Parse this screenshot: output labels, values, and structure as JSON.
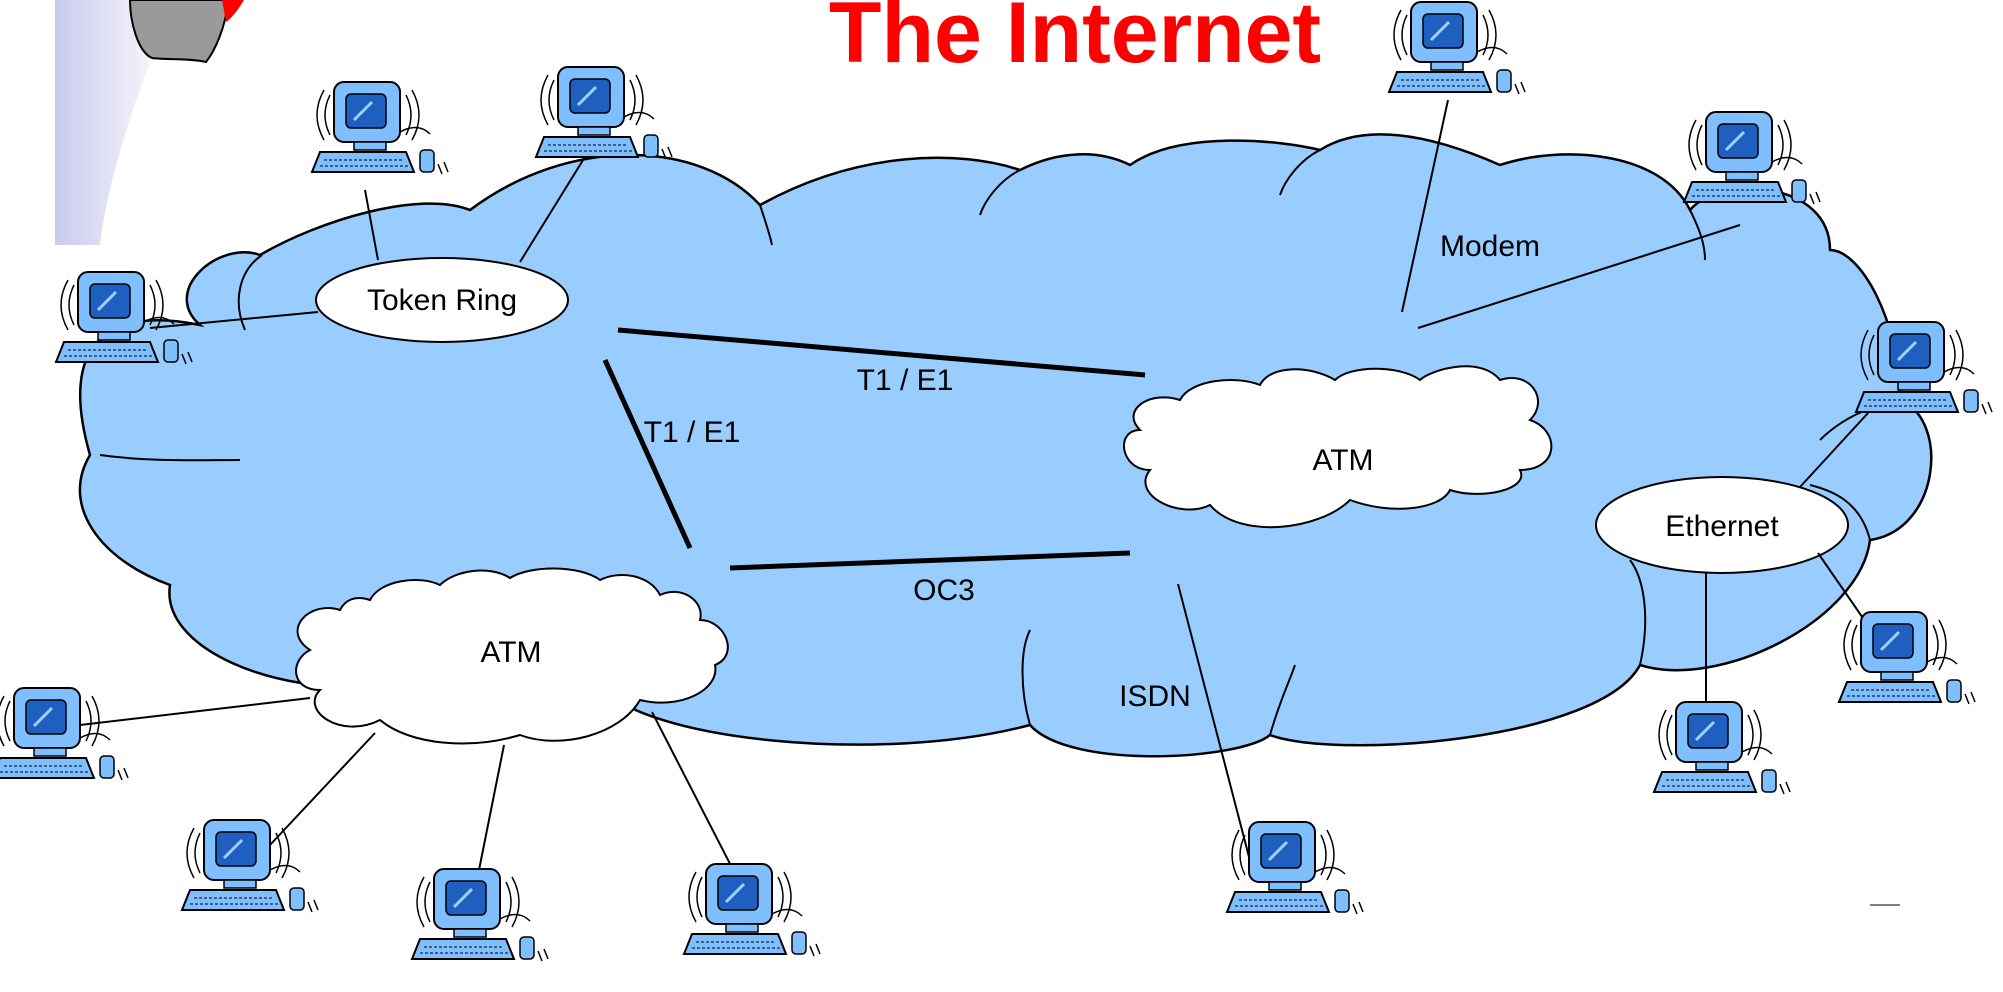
{
  "title": "The Internet",
  "colors": {
    "title": "#ff0000",
    "cloud": "#99ccff",
    "inner_cloud": "#ffffff",
    "monitor_screen": "#1f5fbf",
    "computer_body": "#7fbfff"
  },
  "networks": {
    "token_ring": "Token Ring",
    "ethernet": "Ethernet",
    "atm_left": "ATM",
    "atm_right": "ATM"
  },
  "links": {
    "t1_top": "T1 / E1",
    "t1_left": "T1 / E1",
    "oc3": "OC3",
    "isdn": "ISDN",
    "modem": "Modem"
  },
  "icons": {
    "computer": "computer-icon",
    "logo": "logo-icon"
  }
}
